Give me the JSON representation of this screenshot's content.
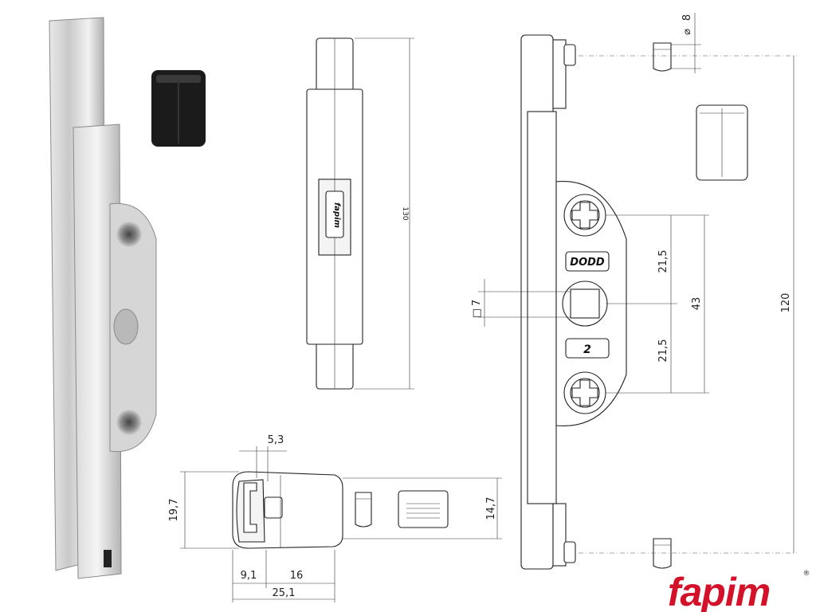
{
  "drawing": {
    "front_view": {
      "dim_length": "130",
      "stamp": "fapim"
    },
    "side_view": {
      "dim_top_pin_diameter": "8",
      "dim_top_pin_symbol": "⌀",
      "dim_spacing_upper": "21,5",
      "dim_spacing_lower": "21,5",
      "dim_spacing_total": "43",
      "dim_total_length": "120",
      "dim_square_drive": "7",
      "dim_square_symbol": "□",
      "label_dodd": "DODD",
      "label_size": "2"
    },
    "section_view": {
      "dim_top": "5,3",
      "dim_height_left": "19,7",
      "dim_height_right": "14,7",
      "dim_bottom_a": "9,1",
      "dim_bottom_b": "16",
      "dim_bottom_total": "25,1"
    }
  },
  "logo": {
    "text": "fapim",
    "registered": "®",
    "color": "#d3122a"
  }
}
